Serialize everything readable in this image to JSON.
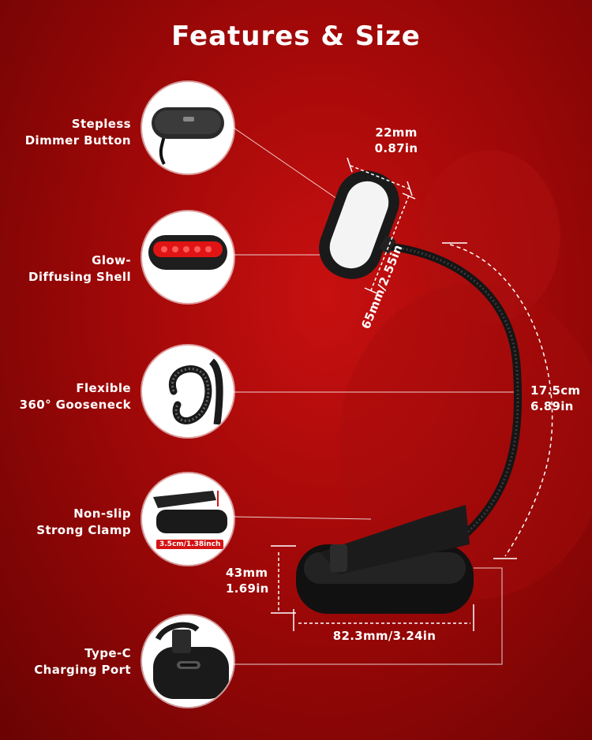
{
  "title": "Features & Size",
  "features": [
    {
      "line1": "Stepless",
      "line2": "Dimmer Button",
      "icon": "dimmer-button-icon"
    },
    {
      "line1": "Glow-",
      "line2": "Diffusing Shell",
      "icon": "diffusing-shell-icon"
    },
    {
      "line1": "Flexible",
      "line2": "360° Gooseneck",
      "icon": "gooseneck-icon"
    },
    {
      "line1": "Non-slip",
      "line2": "Strong Clamp",
      "icon": "clamp-icon"
    },
    {
      "line1": "Type-C",
      "line2": "Charging Port",
      "icon": "usb-c-port-icon"
    }
  ],
  "clamp_tag": "3.5cm/1.38inch",
  "dimensions": {
    "head_width_mm": "22mm",
    "head_width_in": "0.87in",
    "head_length": "65mm/2.55in",
    "neck_length_cm": "17.5cm",
    "neck_length_in": "6.89in",
    "base_height_mm": "43mm",
    "base_height_in": "1.69in",
    "base_width": "82.3mm/3.24in"
  },
  "colors": {
    "background": "#a00808",
    "accent_red": "#d41414",
    "text": "#ffffff"
  }
}
